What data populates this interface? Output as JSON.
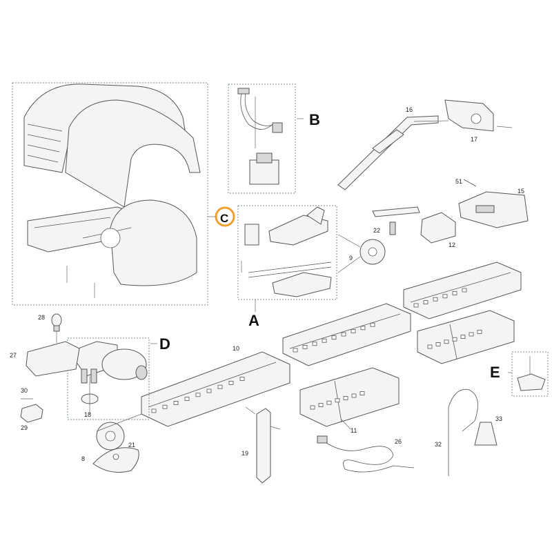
{
  "group_labels": {
    "a": "A",
    "b": "B",
    "c": "C",
    "d": "D",
    "e": "E"
  },
  "highlight_color": "#f0a030",
  "part_numbers": {
    "p8": "8",
    "p9": "9",
    "p10": "10",
    "p11": "11",
    "p12": "12",
    "p15": "15",
    "p16": "16",
    "p17": "17",
    "p18": "18",
    "p19": "19",
    "p21": "21",
    "p22": "22",
    "p26": "26",
    "p27": "27",
    "p28": "28",
    "p29": "29",
    "p30": "30",
    "p32": "32",
    "p33": "33",
    "p51": "51"
  }
}
